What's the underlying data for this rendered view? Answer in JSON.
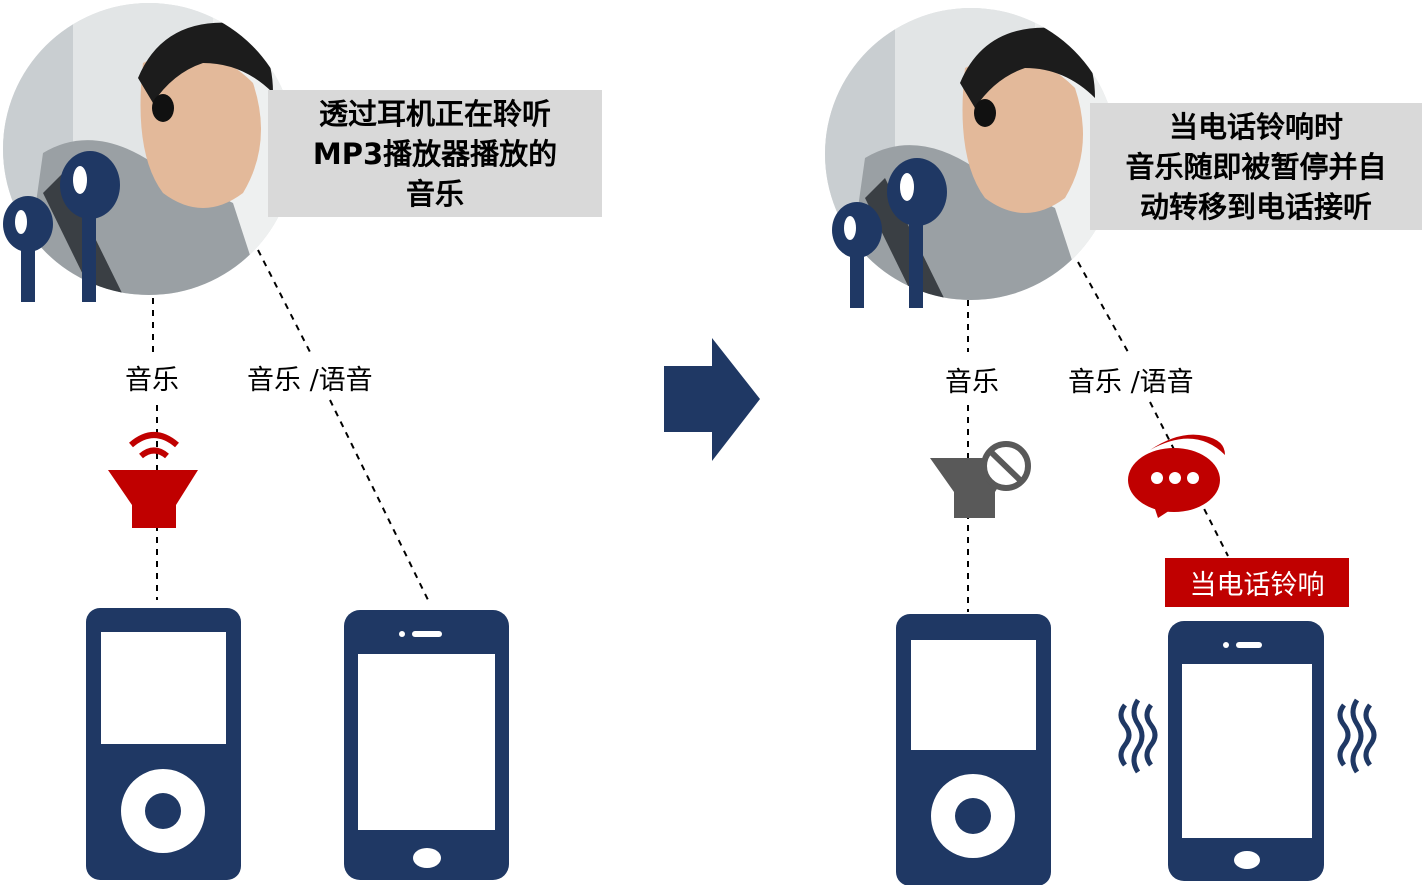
{
  "left_panel": {
    "callout_lines": [
      "透过耳机正在聆听",
      "MP3播放器播放的",
      "音乐"
    ],
    "label_music": "音乐",
    "label_music_voice": "音乐 /语音"
  },
  "right_panel": {
    "callout_lines": [
      "当电话铃响时",
      "音乐随即被暂停并自",
      "动转移到电话接听"
    ],
    "label_music": "音乐",
    "label_music_voice": "音乐 /语音",
    "ring_label": "当电话铃响"
  },
  "colors": {
    "navy": "#1f3864",
    "red": "#c00000",
    "gray_icon": "#595959",
    "callout_bg": "#d9d9d9"
  },
  "icons": [
    "earphones-icon",
    "speaker-sound-icon",
    "mp3-player-icon",
    "smartphone-icon",
    "arrow-right-icon",
    "speaker-muted-icon",
    "chat-bubble-icon",
    "vibration-icon"
  ]
}
